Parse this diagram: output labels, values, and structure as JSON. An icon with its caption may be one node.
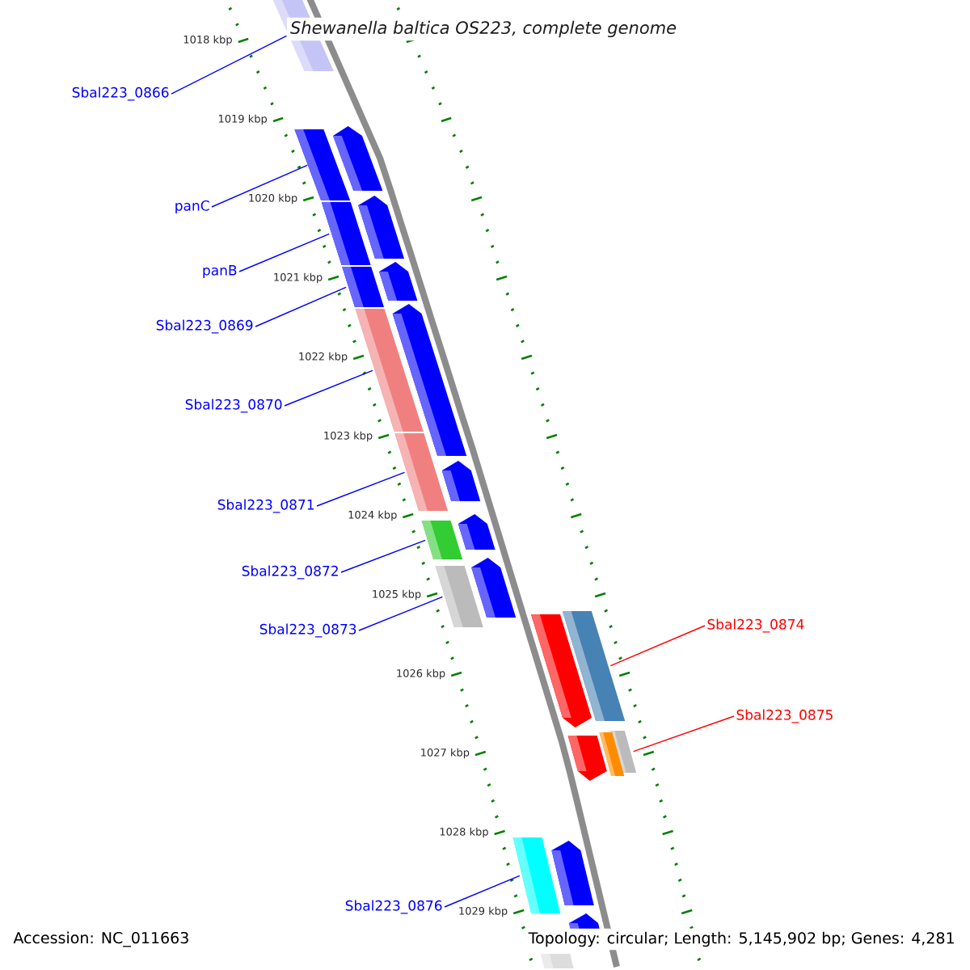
{
  "diagram": {
    "title": "Shewanella baltica OS223, complete genome",
    "nodes": [
      {
        "text": [
          "Sbal223_0866"
        ]
      },
      {
        "text": [],
        "shape": "bar"
      },
      {
        "text": [
          "panC"
        ]
      },
      {
        "text": [],
        "shape": "bar"
      },
      {
        "text": [
          "panB"
        ]
      },
      {
        "text": [],
        "shape": "bar"
      },
      {
        "text": [
          "Sbal223_0869"
        ]
      },
      {
        "text": [],
        "shape": "bar"
      },
      {
        "text": [
          "Sbal223_0870"
        ]
      },
      {
        "text": [],
        "shape": "bar"
      },
      {
        "text": [
          "Sbal223_0871"
        ]
      },
      {
        "text": [],
        "shape": "bar"
      },
      {
        "text": [
          "Sbal223_0872"
        ]
      },
      {
        "text": [],
        "shape": "bar"
      },
      {
        "text": [
          "Sbal223_0873"
        ]
      },
      {
        "text": [],
        "shape": "bar"
      },
      {
        "text": [
          "Sbal223_0874"
        ]
      },
      {
        "text": [],
        "shape": "bar"
      },
      {
        "text": [
          "Sbal223_0875"
        ]
      },
      {
        "text": [],
        "shape": "bar"
      },
      {
        "text": [
          "Sbal223_0876"
        ]
      },
      {
        "text": [],
        "shape": "bar"
      },
      {
        "text": [],
        "shape": "arrow"
      },
      {
        "text": [],
        "shape": "arrow"
      },
      {
        "text": [],
        "shape": "arrow"
      },
      {
        "text": [],
        "shape": "arrow"
      },
      {
        "text": [],
        "shape": "arrow"
      },
      {
        "text": [],
        "shape": "arrow"
      },
      {
        "text": [],
        "shape": "arrow"
      },
      {
        "text": [],
        "shape": "arrow"
      },
      {
        "text": [],
        "shape": "bar"
      },
      {
        "text": [],
        "shape": "arrow"
      },
      {
        "text": [],
        "shape": "arrow"
      },
      {
        "text": [],
        "shape": "arrow"
      },
      {
        "text": [],
        "shape": "bar"
      }
    ],
    "edges": [
      {
        "from": 0,
        "to": 1,
        "arrow": "none"
      },
      {
        "from": 2,
        "to": 3,
        "arrow": "none"
      },
      {
        "from": 4,
        "to": 5,
        "arrow": "none"
      },
      {
        "from": 6,
        "to": 7,
        "arrow": "none"
      },
      {
        "from": 8,
        "to": 9,
        "arrow": "none"
      },
      {
        "from": 10,
        "to": 11,
        "arrow": "none"
      },
      {
        "from": 12,
        "to": 13,
        "arrow": "none"
      },
      {
        "from": 14,
        "to": 15,
        "arrow": "none"
      },
      {
        "from": 16,
        "to": 17,
        "arrow": "none",
        "color": "#ff0000"
      },
      {
        "from": 18,
        "to": 19,
        "arrow": "none",
        "color": "#ff0000"
      },
      {
        "from": 20,
        "to": 21,
        "arrow": "none"
      }
    ],
    "labels": [
      "1018 kbp",
      "1019 kbp",
      "1020 kbp",
      "1021 kbp",
      "1022 kbp",
      "1023 kbp",
      "1024 kbp",
      "1025 kbp",
      "1026 kbp",
      "1027 kbp",
      "1028 kbp",
      "1029 kbp",
      "Accession: NC_011663",
      "Topology: circular; Length: 5,145,902 bp; Genes: 4,281"
    ]
  }
}
